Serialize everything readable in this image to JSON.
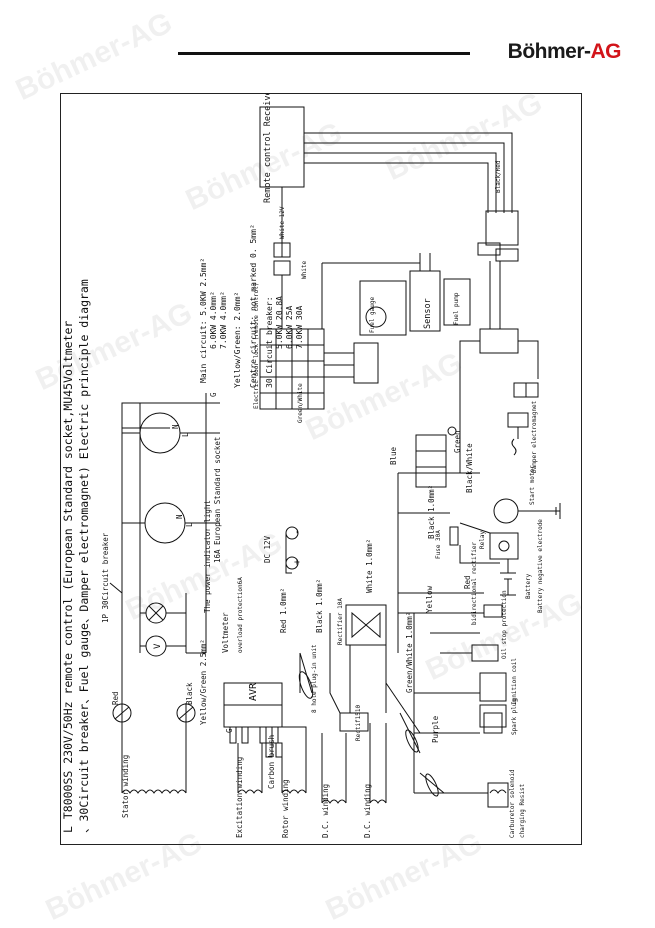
{
  "brand": {
    "name": "Böhmer-",
    "accent": "AG",
    "accent_color": "#d2141a"
  },
  "watermark": "Böhmer-AG",
  "title": {
    "line1": "L T8000SS 230V/50Hz remote control  (European Standard socket,MU45Voltmeter",
    "line2": "、30Circuit breaker、Fuel gauge、Damper electromagnet) Electric principle diagram"
  },
  "specs": {
    "main_circuit": "Main circuit: 5.0KW 2.5mm²",
    "main_6": "6.0KW 4.0mm²",
    "main_7": "7.0KW 4.0mm²",
    "yellow_green": "Yellow/Green: 2.0mm²",
    "centre": "Centre circuit: not marked 0. 5mm²",
    "breaker_title": "30  Circuit breaker:",
    "breaker_5": "5.0KW  20.8A",
    "breaker_6": "6.0KW  25A",
    "breaker_7": "7.0KW  30A"
  },
  "labels": {
    "stator": "Stator winding",
    "excitation": "Excitation winding",
    "rotor": "Rotor winding",
    "dc1": "D.C. winding",
    "dc2": "D.C. winding",
    "avr": "AVR",
    "carbon": "Carbon brush",
    "rectifier": "Rectif1510",
    "rectifier2": "Rectifier 10A",
    "plug_unit": "8 hole plug-in unit",
    "voltmeter": "Voltmeter",
    "overload": "overload protection6A",
    "light": "The power indicator light",
    "breaker1p": "1P 30Circuit breaker",
    "socket16": "16A European Standard socket",
    "socket": "European Standard socket",
    "dc12": "DC 12V",
    "remote": "Remote control Receiver",
    "door_lock": "Electric door lock (remote control)",
    "fuel_gauge": "Fuel gauge",
    "sensor": "Sensor",
    "fuel_pump": "Fuel pump",
    "damper": "Damper electromagnet",
    "start_motor": "Start motor",
    "relay": "Relay",
    "fuse": "Fuse 30A",
    "battery": "Battery",
    "battery_neg": "Battery negative electrode",
    "oil_stop": "Oil stop protection",
    "ignition": "Ignition coil",
    "spark": "Spark plug",
    "carb": "Carburetor solenoid",
    "charging": "charging Resist",
    "bidir": "bidirectional rectifier",
    "red": "Red",
    "black": "Black",
    "black_red": "Black/Red",
    "black_white": "Black/White",
    "yellow_green_w": "Yellow/Green 2.5mm²",
    "red1": "Red 1.0mm²",
    "black1": "Black 1.0mm²",
    "white1": "White 1.0mm²",
    "white1b": "White1.0mm²",
    "black2": "Black 1.0mm²",
    "green_white": "Green/White 1.0mm²",
    "purple": "Purple",
    "blue": "Blue",
    "green": "Green",
    "yellow": "Yellow",
    "white": "White",
    "white12v": "White 12V",
    "greenwhite": "Green/White",
    "g": "G",
    "n": "N",
    "l": "L",
    "v": "V",
    "plus": "+",
    "minus": "-",
    "one_mm": "1.0mm²"
  }
}
